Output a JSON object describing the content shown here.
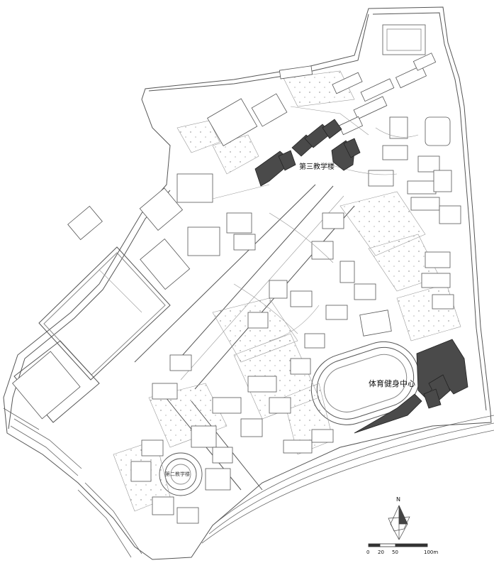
{
  "labels": {
    "building_3": "第三教学楼",
    "sports_center": "体育健身中心",
    "building_2": "第二教学楼"
  },
  "compass": {
    "north_label": "N"
  },
  "scale_bar": {
    "ticks": [
      "0",
      "20",
      "50",
      "100m"
    ]
  },
  "colors": {
    "line": "#555555",
    "highlight": "#4a4a4a",
    "background": "#ffffff"
  }
}
